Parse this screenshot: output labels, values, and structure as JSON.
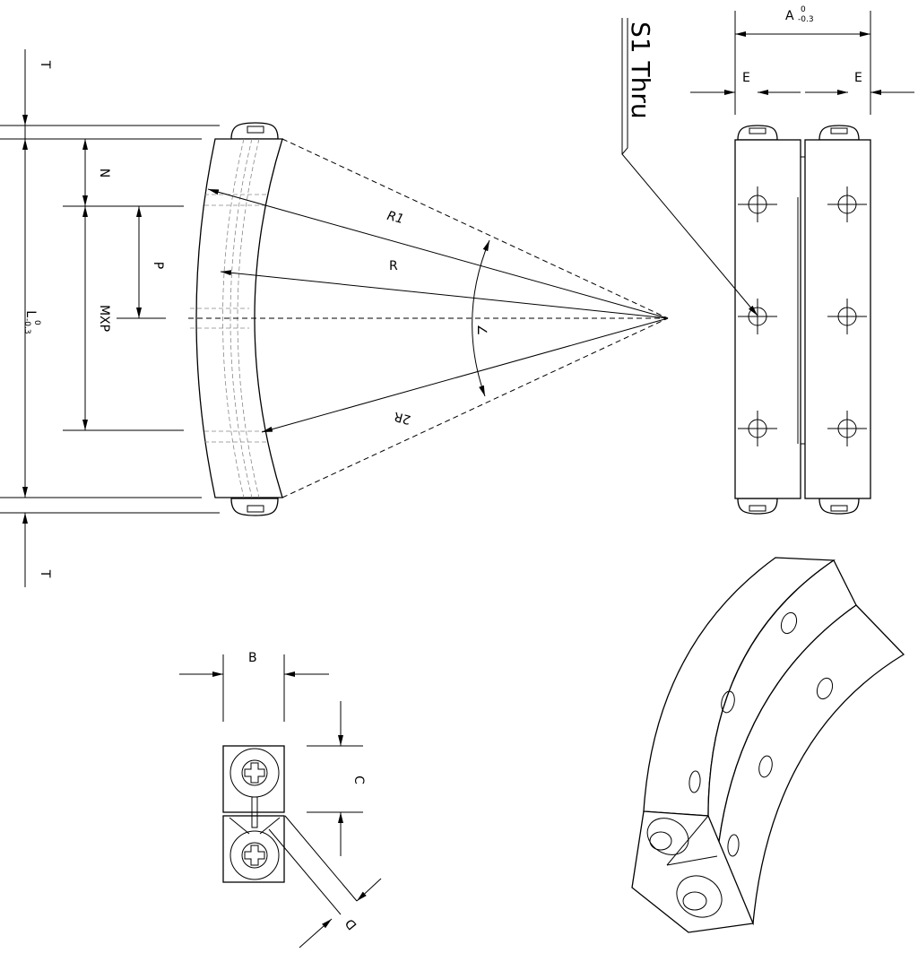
{
  "labels": {
    "t_top": "T",
    "t_bottom": "T",
    "n": "N",
    "p": "P",
    "mxp": "MXP",
    "l": "L",
    "l_tol_upper": "0",
    "l_tol_lower": "-0.3",
    "r1": "R1",
    "r": "R",
    "r2": "2R",
    "angle": "∠",
    "a": "A",
    "a_tol_upper": "0",
    "a_tol_lower": "-0.3",
    "e_left": "E",
    "e_right": "E",
    "hole_callout": "S1 Thru",
    "b": "B",
    "c": "C",
    "d": "D"
  }
}
